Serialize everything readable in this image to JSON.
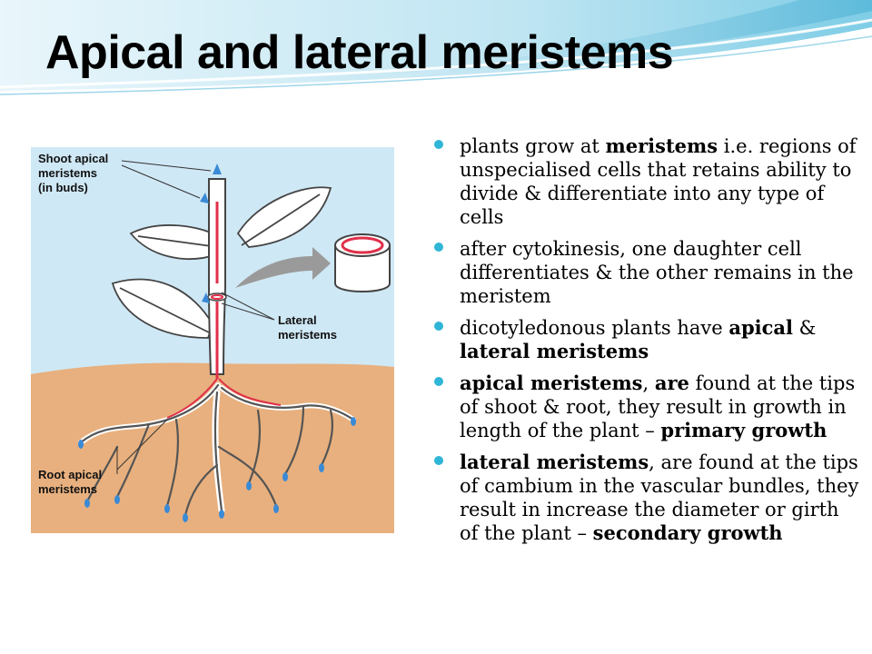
{
  "slide": {
    "title": "Apical and lateral meristems",
    "accent_color": "#2fb5d6"
  },
  "figure": {
    "labels": {
      "shoot_line1": "Shoot apical",
      "shoot_line2": "meristems",
      "shoot_line3": "(in buds)",
      "lateral_line1": "Lateral",
      "lateral_line2": "meristems",
      "root_line1": "Root apical",
      "root_line2": "meristems"
    },
    "colors": {
      "sky": "#cfe8f5",
      "soil": "#e8b07e",
      "meristem": "#3a8ad6",
      "vascular": "#e0304a"
    }
  },
  "bullets": [
    {
      "segments": [
        {
          "text": "plants grow at ",
          "bold": false
        },
        {
          "text": "meristems",
          "bold": true
        },
        {
          "text": " i.e. regions of unspecialised cells that retains ability to divide & differentiate into any type of cells",
          "bold": false
        }
      ]
    },
    {
      "segments": [
        {
          "text": "after cytokinesis, one daughter cell differentiates & the other remains in the meristem",
          "bold": false
        }
      ]
    },
    {
      "segments": [
        {
          "text": "dicotyledonous plants have ",
          "bold": false
        },
        {
          "text": "apical",
          "bold": true
        },
        {
          "text": " & ",
          "bold": false
        },
        {
          "text": "lateral meristems",
          "bold": true
        }
      ]
    },
    {
      "segments": [
        {
          "text": "apical meristems",
          "bold": true
        },
        {
          "text": ", ",
          "bold": false
        },
        {
          "text": "are",
          "bold": true
        },
        {
          "text": " found at the tips of shoot & root, they result in growth in length of the plant – ",
          "bold": false
        },
        {
          "text": "primary growth",
          "bold": true
        }
      ]
    },
    {
      "segments": [
        {
          "text": "lateral meristems",
          "bold": true
        },
        {
          "text": ", are found at the tips of cambium in the vascular bundles, they result in increase the diameter or girth of the plant – ",
          "bold": false
        },
        {
          "text": "secondary growth",
          "bold": true
        }
      ]
    }
  ]
}
